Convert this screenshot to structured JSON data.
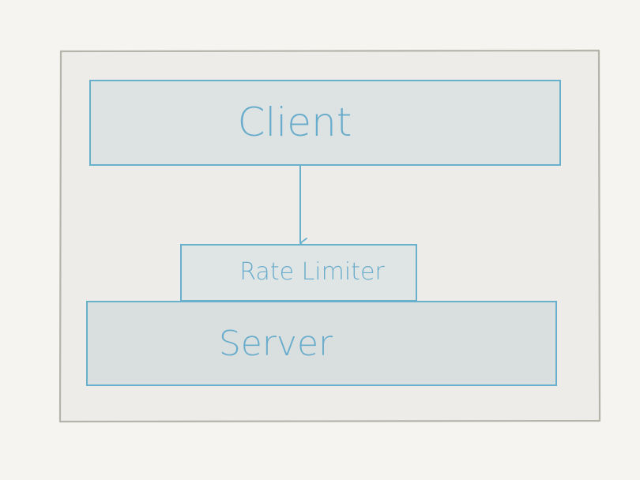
{
  "diagram": {
    "nodes": {
      "client": {
        "label": "Client"
      },
      "rate_limiter": {
        "label": "Rate Limiter"
      },
      "server": {
        "label": "Server"
      }
    },
    "edges": [
      {
        "from": "client",
        "to": "rate_limiter"
      }
    ]
  },
  "colors": {
    "background": "#f5f4f0",
    "frame_fill": "#edece8",
    "frame_stroke": "#b4b4ab",
    "box_stroke": "#69b0cd",
    "client_fill": "#dde3e3",
    "rate_limiter_fill": "#dfe5e5",
    "server_fill": "#d8dfde",
    "text": "#6aaccb"
  }
}
